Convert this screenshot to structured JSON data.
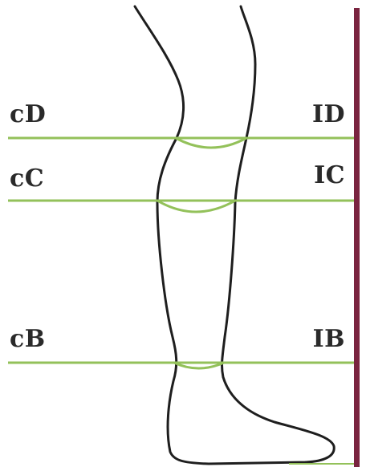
{
  "levels": [
    {
      "left_label": "cD",
      "right_label": "ID"
    },
    {
      "left_label": "cC",
      "right_label": "IC"
    },
    {
      "left_label": "cB",
      "right_label": "IB"
    }
  ],
  "colors": {
    "measure_line": "#93c15a",
    "outline": "#1e1e1e",
    "side_bar": "#7a2440",
    "label_text": "#2a2a2a",
    "background": "#ffffff"
  }
}
